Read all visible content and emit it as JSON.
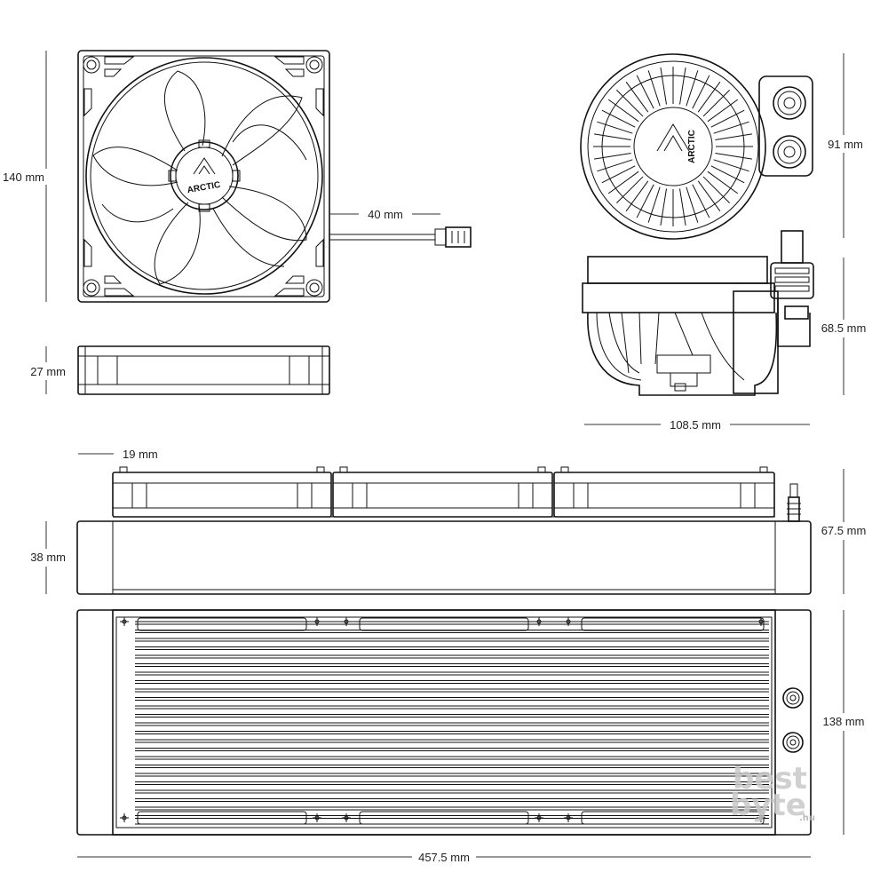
{
  "dimensions": {
    "fan_height": "140 mm",
    "fan_thickness": "27 mm",
    "cable_length": "40 mm",
    "pump_height": "91 mm",
    "pump_depth": "68.5 mm",
    "pump_width": "108.5 mm",
    "fan_depth_top": "19 mm",
    "radiator_thickness": "38 mm",
    "total_thickness": "67.5 mm",
    "radiator_width": "138 mm",
    "radiator_length": "457.5 mm"
  },
  "labels": {
    "fan_brand": "ARCTIC",
    "pump_brand": "ARCTIC"
  },
  "watermark": {
    "line1": "best",
    "line2": "byte",
    "suffix": ".hu"
  }
}
